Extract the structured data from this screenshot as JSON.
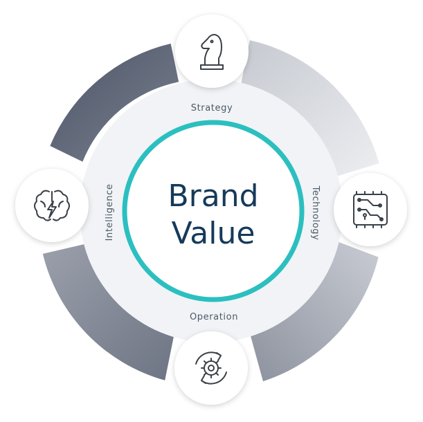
{
  "center": {
    "line1": "Brand",
    "line2": "Value"
  },
  "nodes": [
    {
      "key": "strategy",
      "label": "Strategy",
      "icon": "chess-knight-icon"
    },
    {
      "key": "technology",
      "label": "Technology",
      "icon": "circuit-board-icon"
    },
    {
      "key": "operation",
      "label": "Operation",
      "icon": "gear-cycle-icon"
    },
    {
      "key": "intelligence",
      "label": "Intelligence",
      "icon": "brain-lightning-icon"
    }
  ],
  "colors": {
    "accent_ring": "#2bbfc0",
    "center_text": "#163a5a",
    "dark_arc": "#5b6475",
    "light_arc": "#d6d8dd",
    "inner_disc": "#f1f3f6",
    "node_bg": "#ffffff"
  }
}
